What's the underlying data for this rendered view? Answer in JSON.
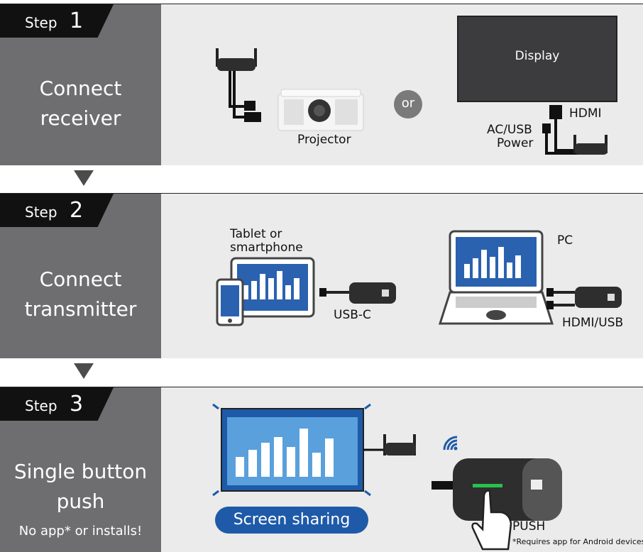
{
  "steps": [
    {
      "word": "Step",
      "number": "1",
      "title_lines": [
        "Connect",
        "receiver"
      ],
      "labels": {
        "projector": "Projector",
        "or": "or",
        "display": "Display",
        "hdmi": "HDMI",
        "power_line1": "AC/USB",
        "power_line2": "Power"
      }
    },
    {
      "word": "Step",
      "number": "2",
      "title_lines": [
        "Connect",
        "transmitter"
      ],
      "labels": {
        "tablet_line1": "Tablet or",
        "tablet_line2": "smartphone",
        "usbc": "USB-C",
        "pc": "PC",
        "hdmi_usb": "HDMI/USB"
      }
    },
    {
      "word": "Step",
      "number": "3",
      "title_lines": [
        "Single button",
        "push"
      ],
      "subtitle": "No app* or installs!",
      "labels": {
        "screen_sharing": "Screen sharing",
        "push": "PUSH",
        "footnote": "*Requires app for Android devices"
      }
    }
  ],
  "colors": {
    "step_panel_dark": "#6e6e70",
    "panel_light": "#ebebeb",
    "accent_blue": "#1e5aa8",
    "led_green": "#27c24c"
  }
}
